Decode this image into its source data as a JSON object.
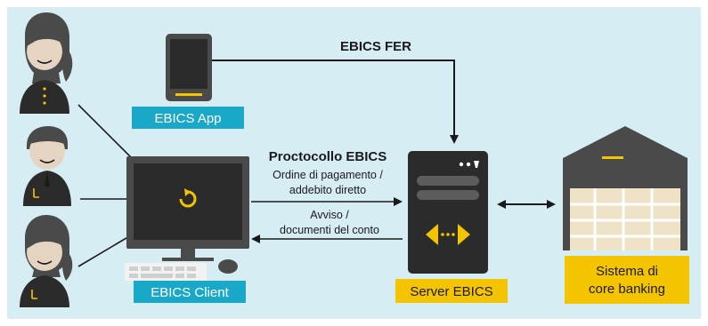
{
  "colors": {
    "background": "#d7edf4",
    "device_dark": "#2b2b2b",
    "device_mid": "#4a4a4a",
    "accent_yellow": "#f5c400",
    "label_cyan": "#1aa8c8",
    "label_yellow": "#f5c400",
    "vault_cream": "#efe2c6",
    "text_dark": "#1a1a1a"
  },
  "users": [
    {
      "icon": "user-female-icon"
    },
    {
      "icon": "user-male-icon"
    },
    {
      "icon": "user-female-icon"
    }
  ],
  "app": {
    "icon": "tablet-icon",
    "label": "EBICS App"
  },
  "client": {
    "icon": "desktop-computer-icon",
    "label": "EBICS Client"
  },
  "server": {
    "icon": "server-icon",
    "label": "Server EBICS"
  },
  "core": {
    "icon": "vault-icon",
    "label_line1": "Sistema di",
    "label_line2": "core banking"
  },
  "links": {
    "fer_title": "EBICS FER",
    "protocol_title": "Proctocollo EBICS",
    "order_line1": "Ordine di pagamento /",
    "order_line2": "addebito diretto",
    "notice_line1": "Avviso /",
    "notice_line2": "documenti del conto"
  }
}
